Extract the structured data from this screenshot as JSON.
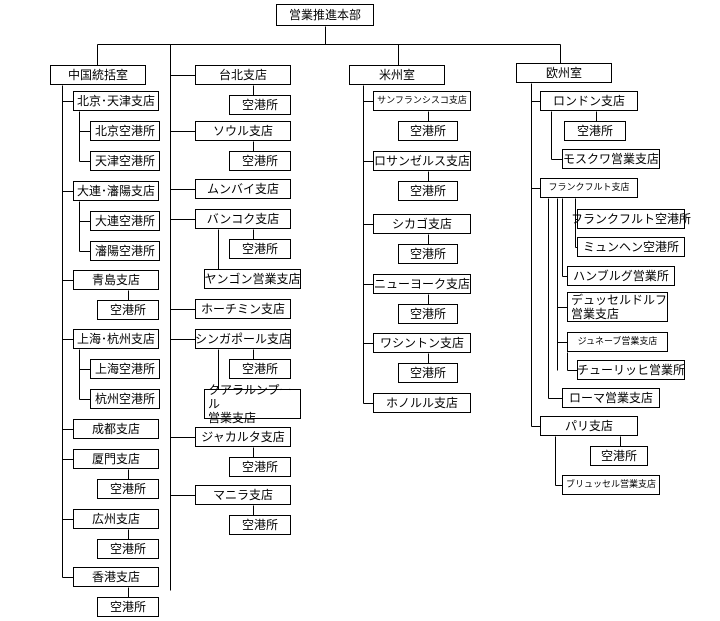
{
  "colors": {
    "line": "#000000",
    "box_border": "#000000",
    "box_fill": "#ffffff",
    "text": "#000000"
  },
  "nodes": {
    "hq": "営業推進本部",
    "china": "中国統括室",
    "beijing_tianjin": "北京･天津支店",
    "beijing_airport": "北京空港所",
    "tianjin_airport": "天津空港所",
    "dalian_shenyang": "大連･瀋陽支店",
    "dalian_airport": "大連空港所",
    "shenyang_airport": "瀋陽空港所",
    "qingdao": "青島支店",
    "qingdao_airport": "空港所",
    "shanghai_hangzhou": "上海･杭州支店",
    "shanghai_airport": "上海空港所",
    "hangzhou_airport": "杭州空港所",
    "chengdu": "成都支店",
    "xiamen": "厦門支店",
    "xiamen_airport": "空港所",
    "guangzhou": "広州支店",
    "guangzhou_airport": "空港所",
    "hongkong": "香港支店",
    "hongkong_airport": "空港所",
    "taipei": "台北支店",
    "taipei_airport": "空港所",
    "seoul": "ソウル支店",
    "seoul_airport": "空港所",
    "mumbai": "ムンバイ支店",
    "bangkok": "バンコク支店",
    "bangkok_airport": "空港所",
    "yangon": "ヤンゴン営業支店",
    "hochiminh": "ホーチミン支店",
    "singapore": "シンガポール支店",
    "singapore_airport": "空港所",
    "kualalumpur_1": "クアラルンプール",
    "kualalumpur_2": "営業支店",
    "jakarta": "ジャカルタ支店",
    "jakarta_airport": "空港所",
    "manila": "マニラ支店",
    "manila_airport": "空港所",
    "americas": "米州室",
    "sanfrancisco": "サンフランシスコ支店",
    "sanfrancisco_airport": "空港所",
    "losangeles": "ロサンゼルス支店",
    "losangeles_airport": "空港所",
    "chicago": "シカゴ支店",
    "chicago_airport": "空港所",
    "newyork": "ニューヨーク支店",
    "newyork_airport": "空港所",
    "washington": "ワシントン支店",
    "washington_airport": "空港所",
    "honolulu": "ホノルル支店",
    "europe": "欧州室",
    "london": "ロンドン支店",
    "london_airport": "空港所",
    "moscow": "モスクワ営業支店",
    "frankfurt": "フランクフルト支店",
    "frankfurt_airport": "フランクフルト空港所",
    "munich_airport": "ミュンヘン空港所",
    "hamburg": "ハンブルグ営業所",
    "dusseldorf_1": "デュッセルドルフ",
    "dusseldorf_2": "営業支店",
    "geneva": "ジュネーブ営業支店",
    "zurich": "チューリッヒ営業所",
    "rome": "ローマ営業支店",
    "paris": "パリ支店",
    "paris_airport": "空港所",
    "brussels": "ブリュッセル営業支店"
  }
}
